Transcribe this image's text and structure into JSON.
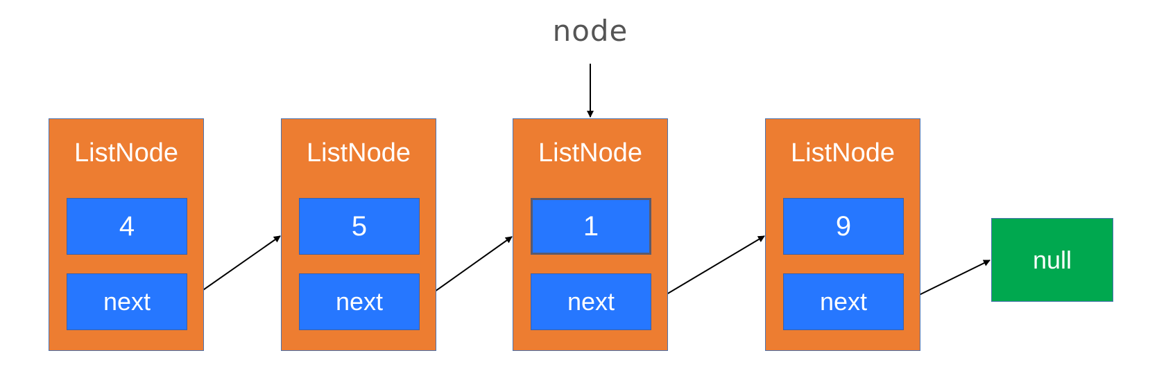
{
  "pointer": {
    "label": "node",
    "target_index": 2
  },
  "nodes": [
    {
      "title": "ListNode",
      "value": "4",
      "next_label": "next"
    },
    {
      "title": "ListNode",
      "value": "5",
      "next_label": "next"
    },
    {
      "title": "ListNode",
      "value": "1",
      "next_label": "next"
    },
    {
      "title": "ListNode",
      "value": "9",
      "next_label": "next"
    }
  ],
  "terminal": {
    "label": "null"
  },
  "colors": {
    "node_fill": "#ED7D31",
    "cell_fill": "#2677FF",
    "null_fill": "#00A84F",
    "arrow": "#000000",
    "label_text": "#555555"
  }
}
